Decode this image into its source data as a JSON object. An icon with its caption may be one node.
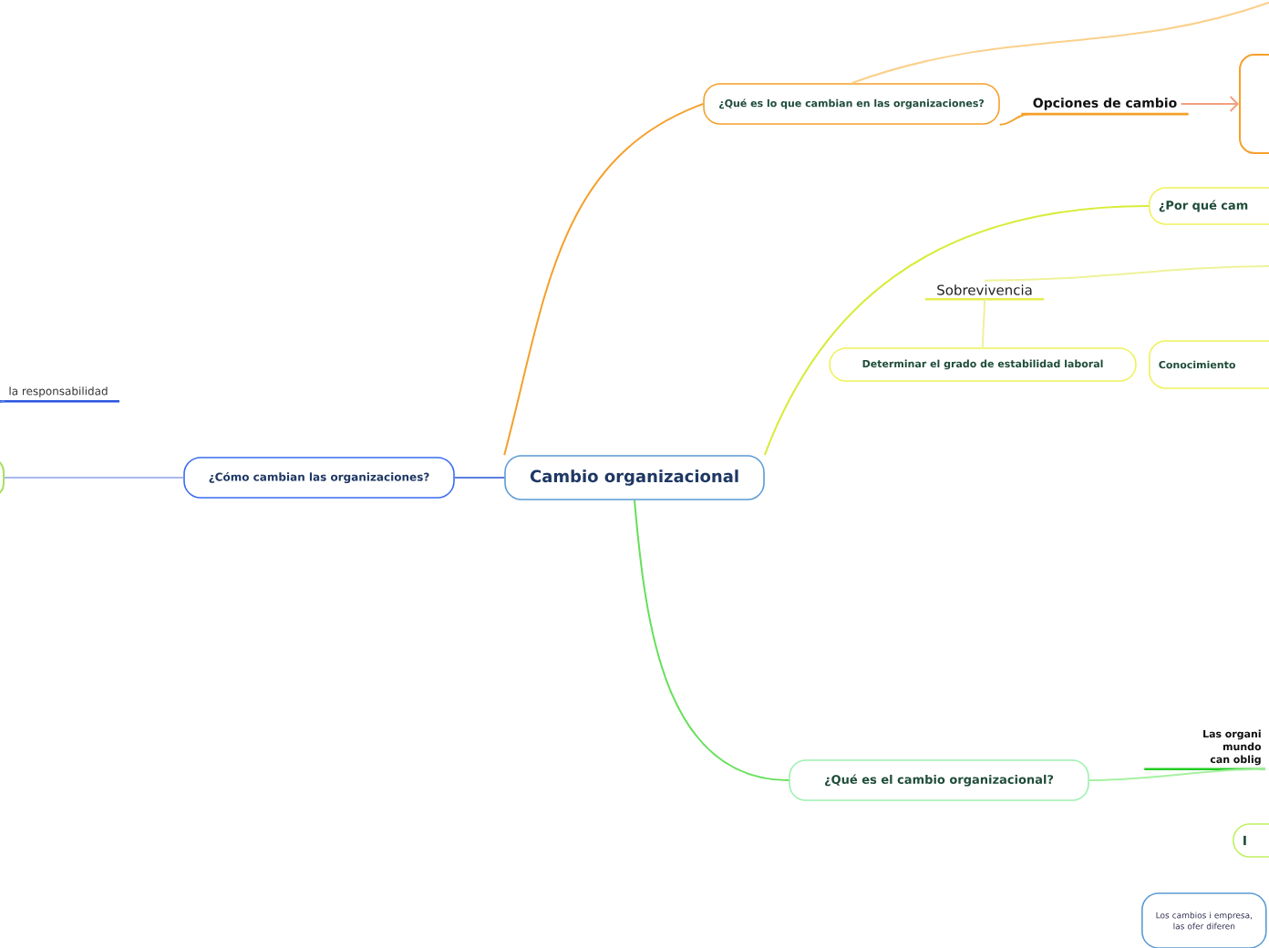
{
  "diagram": {
    "nodes": [
      {
        "text": [
          "Cambio organizacional"
        ]
      },
      {
        "text": [
          "¿Cómo cambian las organizaciones?"
        ]
      },
      {
        "text": [],
        "shape": "box"
      },
      {
        "text": [
          "la responsabilidad"
        ]
      },
      {
        "text": [
          "¿Qué es lo que cambian en las organizaciones?"
        ]
      },
      {
        "text": [
          "Opciones de cambio"
        ]
      },
      {
        "text": [],
        "shape": "box"
      },
      {
        "text": [
          "¿Por qué cam"
        ]
      },
      {
        "text": [
          "Sobrevivencia"
        ]
      },
      {
        "text": [
          "Determinar el grado de estabilidad laboral"
        ]
      },
      {
        "text": [
          "Conocimiento"
        ]
      },
      {
        "text": [
          "¿Qué es el cambio organizacional?"
        ]
      },
      {
        "text": [
          "Las organi mundo can oblig"
        ]
      },
      {
        "text": [
          "I"
        ]
      },
      {
        "text": [
          "Los cambios i empresa, las ofer diferen"
        ]
      }
    ],
    "edges": [
      {
        "from": 0,
        "to": 1,
        "arrow": "none",
        "color": "#5b7fe0"
      },
      {
        "from": 1,
        "to": 2,
        "arrow": "none",
        "color": "#a9b8f0"
      },
      {
        "from": 3,
        "to": null,
        "arrow": "none",
        "color": "#5b7fe0"
      },
      {
        "from": 0,
        "to": 4,
        "arrow": "none",
        "color": "#f5a02a"
      },
      {
        "from": 4,
        "to": 5,
        "arrow": "none",
        "color": "#f5a02a"
      },
      {
        "from": 5,
        "to": 6,
        "arrow": "to",
        "color": "#f0a080"
      },
      {
        "from": 4,
        "to": null,
        "arrow": "none",
        "color": "#fbd08a"
      },
      {
        "from": 0,
        "to": 7,
        "arrow": "none",
        "color": "#d8ec3a"
      },
      {
        "from": null,
        "to": 8,
        "arrow": "none",
        "color": "#eef29a"
      },
      {
        "from": 8,
        "to": 9,
        "arrow": "none",
        "color": "#eef29a"
      },
      {
        "from": 0,
        "to": 11,
        "arrow": "none",
        "color": "#66e05a"
      },
      {
        "from": 11,
        "to": 12,
        "arrow": "none",
        "color": "#a6f0a0"
      }
    ]
  }
}
